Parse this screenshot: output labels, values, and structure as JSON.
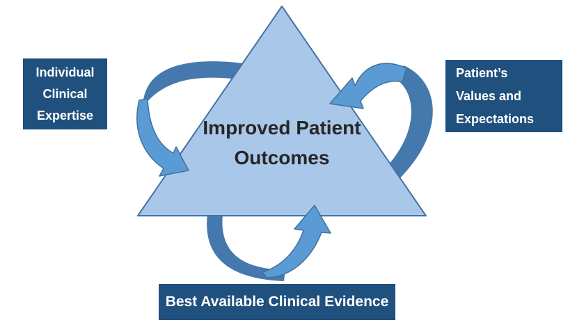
{
  "center": {
    "lines": [
      "Improved Patient",
      "Outcomes"
    ]
  },
  "boxes": {
    "left": {
      "lines": [
        "Individual",
        "Clinical",
        "Expertise"
      ]
    },
    "right": {
      "lines": [
        "Patient’s",
        "Values and",
        "Expectations"
      ]
    },
    "bottom": {
      "lines": [
        "Best Available Clinical Evidence"
      ]
    }
  },
  "palette": {
    "background": "#FFFFFF",
    "box_bg": "#20507D",
    "box_text": "#FFFFFF",
    "triangle_fill": "#A9C7E9",
    "triangle_border": "#4472A4",
    "arrow_front": "#5B9BD5",
    "arrow_back": "#4579AE",
    "arrow_outline": "#41719C",
    "center_text": "#262626"
  }
}
